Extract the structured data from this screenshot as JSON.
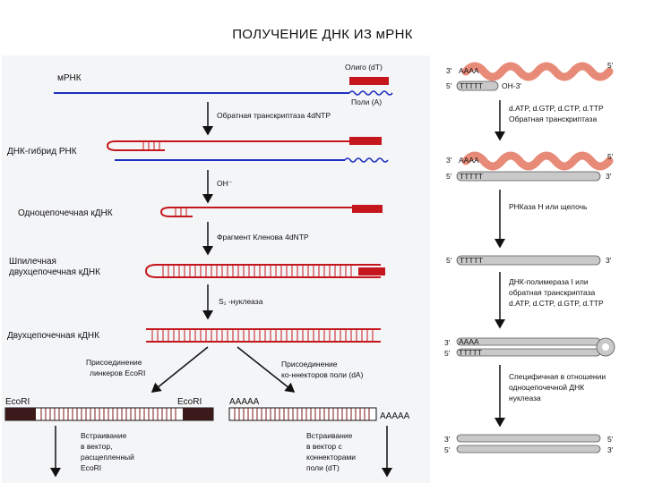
{
  "title": "ПОЛУЧЕНИЕ ДНК ИЗ мРНК",
  "left": {
    "mrna": "мРНК",
    "oligo": "Олиго (dT)",
    "polya": "Поли (А)",
    "reverse_transcriptase": "Обратная транскриптаза 4dNTP",
    "hybrid": "ДНК-гибрид РНК",
    "oh": "ОН⁻",
    "single_strand": "Одноцепочечная кДНК",
    "klenow": "Фрагмент Кленова 4dNTP",
    "hairpin_1": "Шпилечная",
    "hairpin_2": "двухцепочечная кДНК",
    "s1": "S₁ -нуклеаза",
    "double_strand": "Двухцепочечная кДНК",
    "linkers_1": "Присоединение",
    "linkers_2": "линкеров EcoRI",
    "connectors_1": "Присоединение",
    "connectors_2": "ко-ннекторов поли (dA)",
    "ecori_a": "EcoRI",
    "ecori_b": "EcoRI",
    "aaaaa_a": "AAAAA",
    "aaaaa_b": "AAAAA",
    "insert_l_1": "Встраивание",
    "insert_l_2": "в вектор,",
    "insert_l_3": "расщепленный",
    "insert_l_4": "EcoRI",
    "insert_r_1": "Встраивание",
    "insert_r_2": "в вектор с",
    "insert_r_3": "коннекторами",
    "insert_r_4": "поли (dT)"
  },
  "right": {
    "p3": "3'",
    "p5": "5'",
    "aaaa": "AAAA",
    "tttt": "TTTTT",
    "oh3": "OH-3'",
    "dntp": "d.ATP, d.GTP, d.CTP, d.TTP",
    "rt": "Обратная транскриптаза",
    "rnase": "РНКаза Н или щелочь",
    "pol_1": "ДНК-полимераза I или",
    "pol_2": "обратная транскриптаза",
    "pol_3": "d.ATP, d.CTP, d.GTP, d.TTP",
    "nuc_1": "Специфичная в отношении",
    "nuc_2": "одноцепочечной ДНК",
    "nuc_3": "нуклеаза"
  }
}
